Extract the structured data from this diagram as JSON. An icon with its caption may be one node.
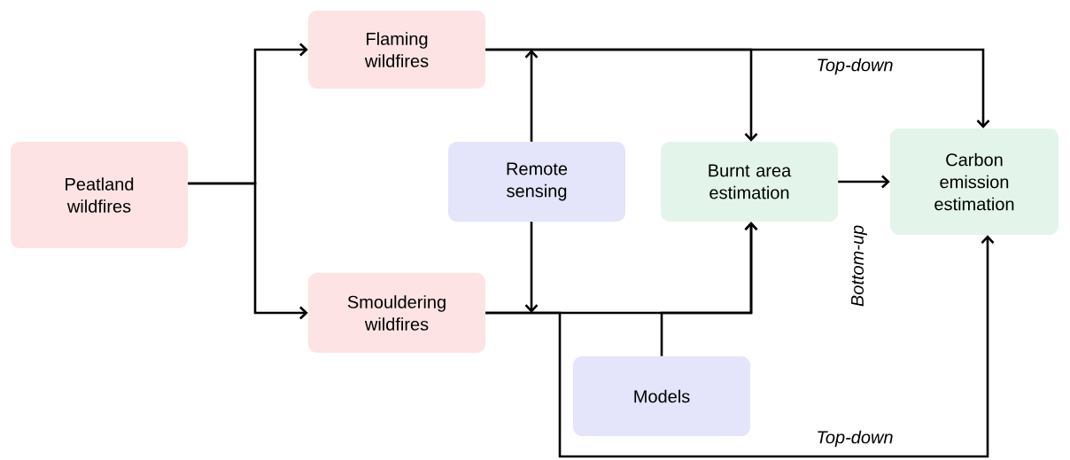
{
  "diagram": {
    "nodes": [
      {
        "text": [
          "Peatland wildfires"
        ]
      },
      {
        "text": [
          "Flaming wildfires"
        ]
      },
      {
        "text": [
          "Remote sensing"
        ]
      },
      {
        "text": [
          "Burnt area estimation"
        ]
      },
      {
        "text": [
          "Carbon emission estimation"
        ]
      },
      {
        "text": [
          "Smouldering wildfires"
        ]
      },
      {
        "text": [
          "Models"
        ]
      }
    ],
    "edges": [
      {
        "from": 0,
        "to": 1,
        "arrow": "to"
      },
      {
        "from": 0,
        "to": 5,
        "arrow": "to"
      },
      {
        "from": 2,
        "to": 1,
        "arrow": "to"
      },
      {
        "from": 2,
        "to": 5,
        "arrow": "to"
      },
      {
        "from": 1,
        "to": 3,
        "arrow": "to"
      },
      {
        "from": 1,
        "to": 4,
        "arrow": "to",
        "label": "Top-down"
      },
      {
        "from": 5,
        "to": 3,
        "arrow": "to"
      },
      {
        "from": 6,
        "to": 3,
        "arrow": "to"
      },
      {
        "from": 3,
        "to": 4,
        "arrow": "to",
        "label": "Bottom-up"
      },
      {
        "from": 5,
        "to": 4,
        "arrow": "to",
        "label": "Top-down"
      }
    ]
  }
}
